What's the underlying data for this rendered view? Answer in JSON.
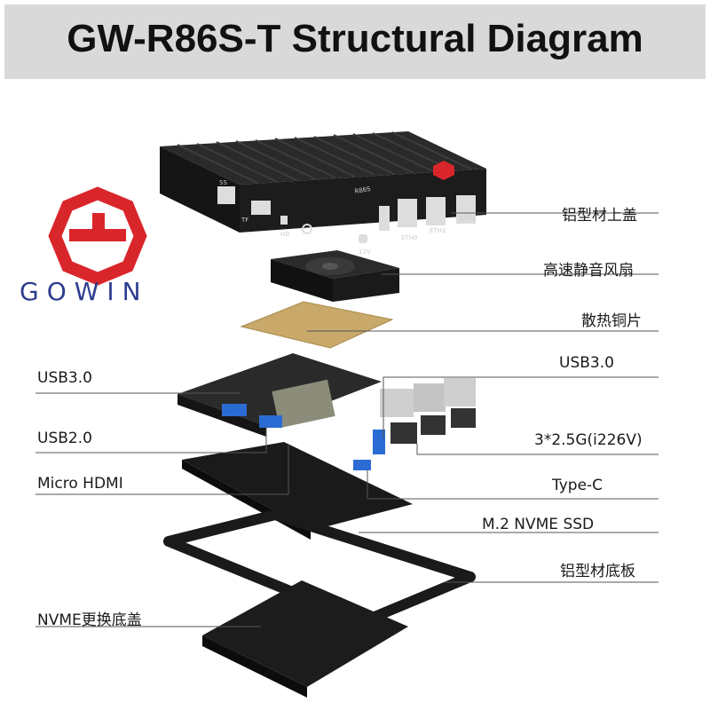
{
  "title": "GW-R86S-T Structural Diagram",
  "logo": {
    "text": "GOWIN",
    "color": "#d9262b"
  },
  "labels_right": {
    "top_cover": "铝型材上盖",
    "fan": "高速静音风扇",
    "heatsink": "散热铜片",
    "usb30": "USB3.0",
    "ethernet": "3*2.5G(i226V)",
    "typec": "Type-C",
    "ssd": "M.2 NVME SSD",
    "bottom_plate": "铝型材底板"
  },
  "labels_left": {
    "usb30": "USB3.0",
    "usb20": "USB2.0",
    "micro_hdmi": "Micro HDMI",
    "nvme_cover": "NVME更换底盖"
  },
  "case_markings": {
    "brand": "R86S",
    "ss": "SS",
    "tf": "TF",
    "hd": "HD",
    "power": "12V",
    "eth0": "ETH0",
    "eth1": "ETH1",
    "eth2": "ETH2"
  },
  "colors": {
    "title_bg": "#d9d9d9",
    "case": "#1e1e1e",
    "copper": "#c8a96a",
    "pcb": "#2a2a2a",
    "usb_blue": "#2b6cd4",
    "logo_blue": "#2d3d8f"
  }
}
